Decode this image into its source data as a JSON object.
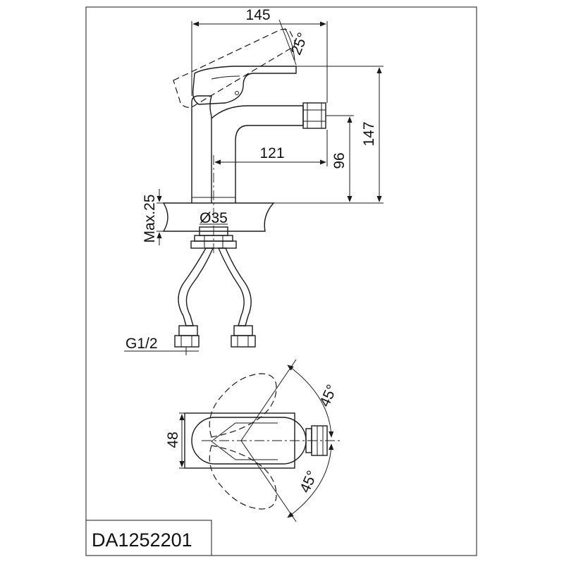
{
  "model_code": "DA1252201",
  "dimensions": {
    "width_total": "145",
    "height_total": "147",
    "spout_reach": "121",
    "spout_height": "96",
    "mount_diameter": "Ø35",
    "max_thickness": "Max.25",
    "thread": "G1/2",
    "lever_angle": "25°",
    "body_depth": "48",
    "swivel_angle_upper": "45°",
    "swivel_angle_lower": "45°"
  }
}
